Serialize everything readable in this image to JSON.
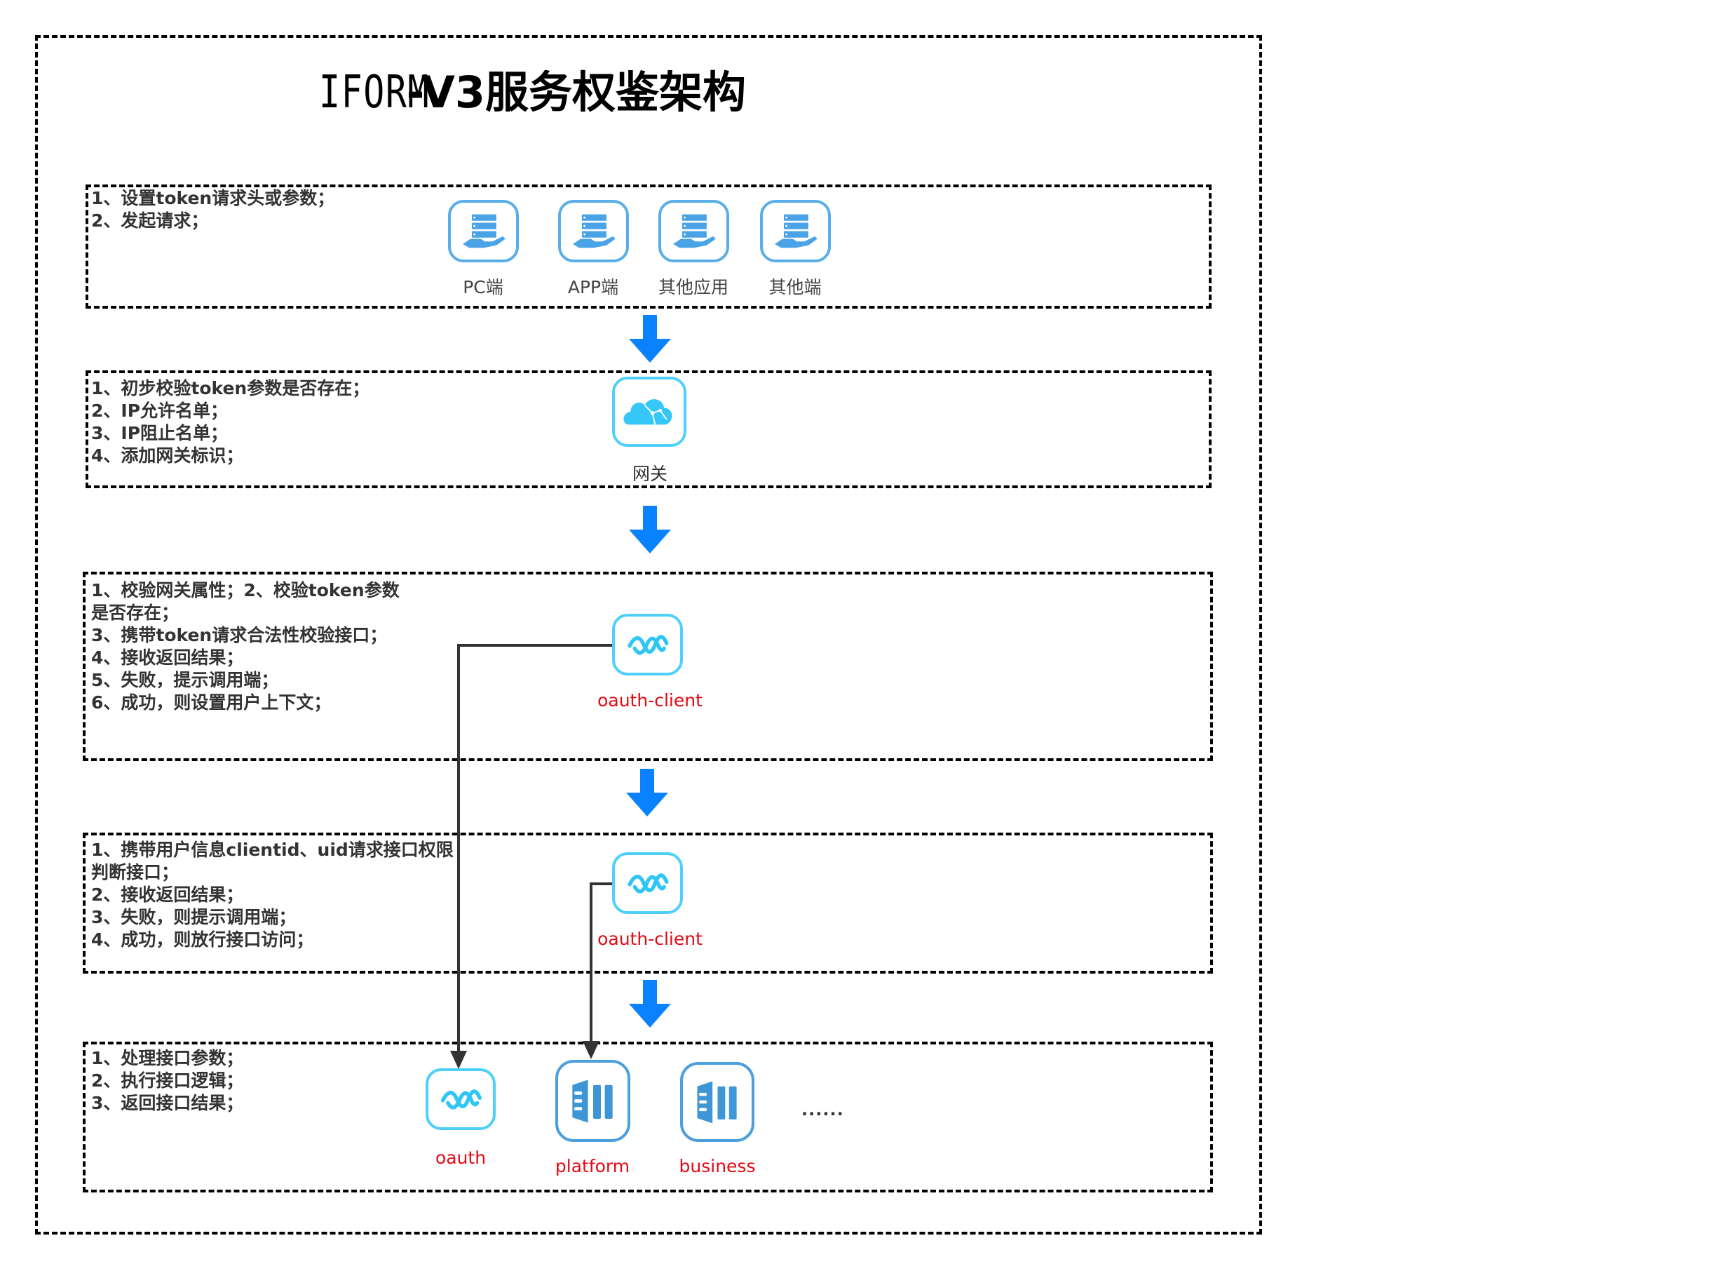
{
  "title": {
    "prefix": "IFORM ",
    "main": "-V3服务权鉴架构"
  },
  "colors": {
    "flow_arrow": "#0a82ff",
    "connector": "#333333",
    "service_label": "#e50914",
    "client_icon": "#4aa3e6",
    "gateway_icon": "#36c6f8",
    "oauth_icon": "#2fc6f6",
    "service_icon": "#3f96d6"
  },
  "sections": [
    {
      "id": "clients",
      "steps": [
        "1、设置token请求头或参数；",
        "2、发起请求；"
      ],
      "nodes": [
        {
          "label": "PC端",
          "icon": "server-hand-icon"
        },
        {
          "label": "APP端",
          "icon": "server-hand-icon"
        },
        {
          "label": "其他应用",
          "icon": "server-hand-icon"
        },
        {
          "label": "其他端",
          "icon": "server-hand-icon"
        }
      ]
    },
    {
      "id": "gateway",
      "steps": [
        "1、初步校验token参数是否存在；",
        "2、IP允许名单；",
        "3、IP阻止名单；",
        "4、添加网关标识；"
      ],
      "nodes": [
        {
          "label": "网关",
          "icon": "cloud-network-icon"
        }
      ]
    },
    {
      "id": "oauth-client-auth",
      "steps": [
        "1、校验网关属性；2、校验token参数",
        "是否存在；",
        "3、携带token请求合法性校验接口；",
        "4、接收返回结果；",
        "5、失败，提示调用端；",
        "6、成功，则设置用户上下文；"
      ],
      "nodes": [
        {
          "label": "oauth-client",
          "icon": "wave-icon"
        }
      ]
    },
    {
      "id": "oauth-client-permission",
      "steps": [
        "1、携带用户信息clientid、uid请求接口权限",
        "判断接口；",
        "2、接收返回结果；",
        "3、失败，则提示调用端；",
        "4、成功，则放行接口访问；"
      ],
      "nodes": [
        {
          "label": "oauth-client",
          "icon": "wave-icon"
        }
      ]
    },
    {
      "id": "services",
      "steps": [
        "1、处理接口参数；",
        "2、执行接口逻辑；",
        "3、返回接口结果；"
      ],
      "nodes": [
        {
          "label": "oauth",
          "icon": "wave-icon"
        },
        {
          "label": "platform",
          "icon": "document-stack-icon"
        },
        {
          "label": "business",
          "icon": "document-stack-icon"
        }
      ],
      "more": "......"
    }
  ]
}
